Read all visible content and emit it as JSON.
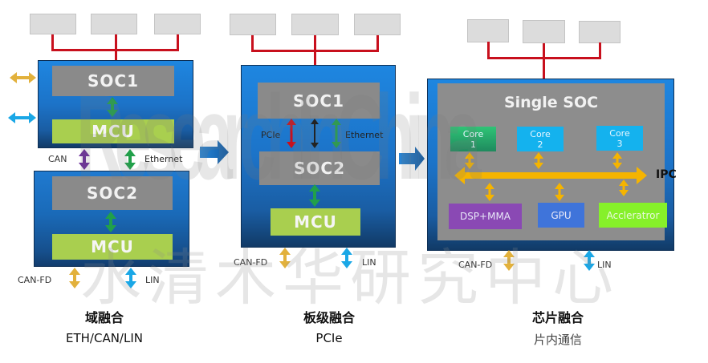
{
  "diagram": {
    "panel1": {
      "board1": {
        "soc": "SOC1",
        "mcu": "MCU"
      },
      "board2": {
        "soc": "SOC2",
        "mcu": "MCU"
      },
      "links": {
        "can": "CAN",
        "ethernet": "Ethernet",
        "can_fd": "CAN-FD",
        "lin": "LIN"
      },
      "caption": {
        "title": "域融合",
        "subtitle": "ETH/CAN/LIN"
      }
    },
    "panel2": {
      "soc1": "SOC1",
      "soc2": "SOC2",
      "mcu": "MCU",
      "links": {
        "pcie": "PCIe",
        "ethernet": "Ethernet",
        "can_fd": "CAN-FD",
        "lin": "LIN"
      },
      "caption": {
        "title": "板级融合",
        "subtitle": "PCIe"
      }
    },
    "panel3": {
      "title": "Single SOC",
      "cores": [
        {
          "label": "Core",
          "num": "1"
        },
        {
          "label": "Core",
          "num": "2"
        },
        {
          "label": "Core",
          "num": "3"
        }
      ],
      "units": {
        "dsp": "DSP+MMA",
        "gpu": "GPU",
        "accel": "Accleratror"
      },
      "bus": "IPC",
      "links": {
        "can_fd": "CAN-FD",
        "lin": "LIN"
      },
      "caption": {
        "title": "芯片融合",
        "subtitle": "片内通信"
      }
    },
    "colors": {
      "bus_red": "#c8101d",
      "board_blue": "#1a6ab8",
      "chip_gray": "#8a8a8a",
      "mcu_green": "#a9cf4f",
      "can_fd_gold": "#e2b13c",
      "lin_cyan": "#1aa7e6",
      "ethernet_green": "#21a04a",
      "can_purple": "#6a2a9a",
      "pcie_red": "#c8101d",
      "ipc_orange": "#f5b400"
    },
    "watermark": {
      "en": "ResearchInChina",
      "cn": "水清木华研究中心"
    }
  }
}
